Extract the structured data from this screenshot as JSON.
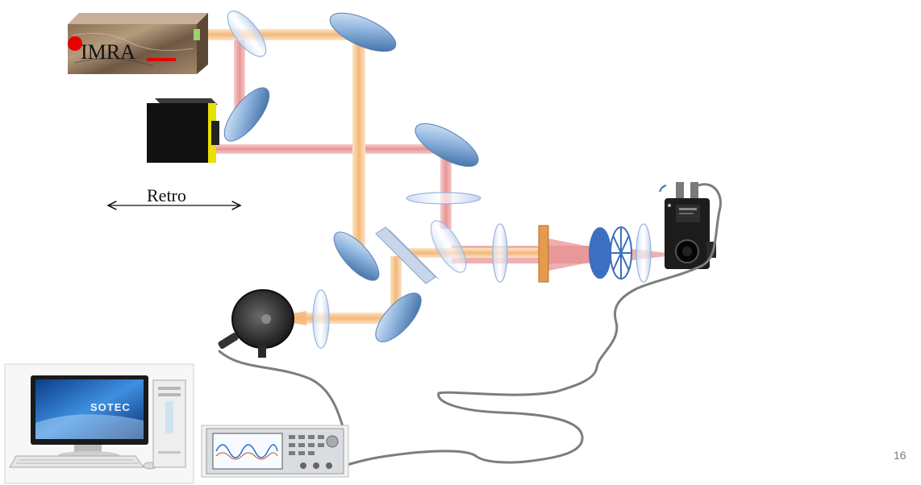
{
  "laser": {
    "brand": "IMRA"
  },
  "retro": {
    "label": "Retro"
  },
  "computer": {
    "brand": "SOTEC"
  },
  "slide": {
    "number": "16"
  }
}
